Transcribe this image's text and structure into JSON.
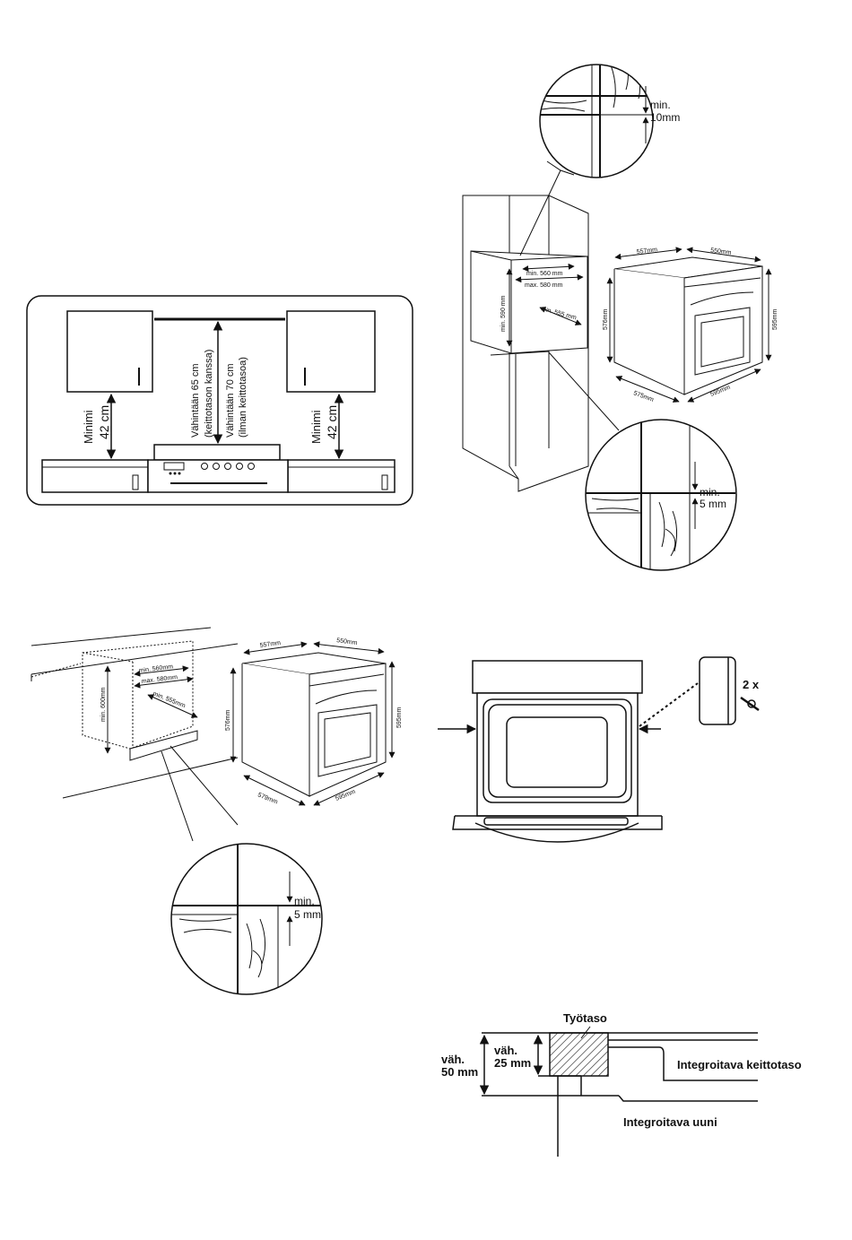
{
  "hood_panel": {
    "left_label_1": "Minimi",
    "left_label_2": "42 cm",
    "center_label_1": "Vähintään 65 cm",
    "center_label_2": "(keittotason kanssa)",
    "center_label_3": "Vähintään 70 cm",
    "center_label_4": "(ilman keittotasoa)",
    "right_label_1": "Minimi",
    "right_label_2": "42 cm"
  },
  "tall_cabinet": {
    "detail_top_min": "min.",
    "detail_top_value": "10mm",
    "niche_width_min": "min. 560 mm",
    "niche_width_max": "max. 580 mm",
    "niche_height": "min. 590 mm",
    "niche_depth": "min. 555 mm",
    "detail_bottom_min": "min.",
    "detail_bottom_value": "5 mm",
    "oven_depth_top": "557mm",
    "oven_width_top": "550mm",
    "oven_height_left": "576mm",
    "oven_height_right": "595mm",
    "oven_depth_bottom": "575mm",
    "oven_width_bottom": "595mm"
  },
  "undercounter": {
    "niche_height": "min. 600mm",
    "niche_width_min": "min. 560mm",
    "niche_width_max": "max. 580mm",
    "niche_depth": "min. 555mm",
    "oven_depth_top": "557mm",
    "oven_width_top": "550mm",
    "oven_height_left": "576mm",
    "oven_height_right": "595mm",
    "oven_depth_bottom": "579mm",
    "oven_width_bottom": "595mm",
    "detail_min": "min.",
    "detail_value": "5 mm"
  },
  "screws": {
    "count_label": "2 x"
  },
  "worktop": {
    "worktop_label": "Työtaso",
    "min50_1": "väh.",
    "min50_2": "50 mm",
    "min25_1": "väh.",
    "min25_2": "25 mm",
    "hob_label": "Integroitava keittotaso",
    "oven_label": "Integroitava uuni"
  }
}
